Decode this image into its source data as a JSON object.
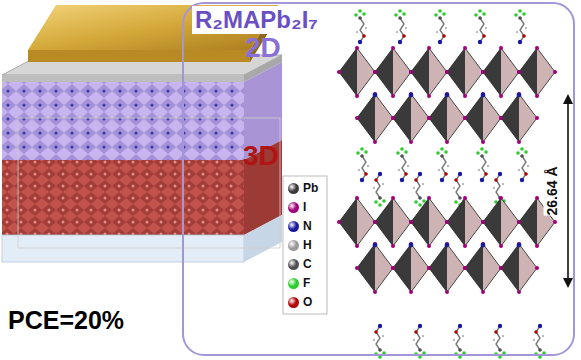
{
  "diagram": {
    "nodes": [
      {
        "text": [
          "R₂MAPb₂I₇"
        ]
      }
    ],
    "labels": [
      "2D",
      "3D",
      "26.64 Å",
      "PCE=20%"
    ],
    "legend": [
      {
        "text": "Pb",
        "color": "#3b3b3b"
      },
      {
        "text": "I",
        "color": "#a0007a"
      },
      {
        "text": "N",
        "color": "#1a1aa0"
      },
      {
        "text": "H",
        "color": "#9a9a9a"
      },
      {
        "text": "C",
        "color": "#505050"
      },
      {
        "text": "F",
        "color": "#2ecc2e"
      },
      {
        "text": "O",
        "color": "#b00000"
      }
    ]
  }
}
